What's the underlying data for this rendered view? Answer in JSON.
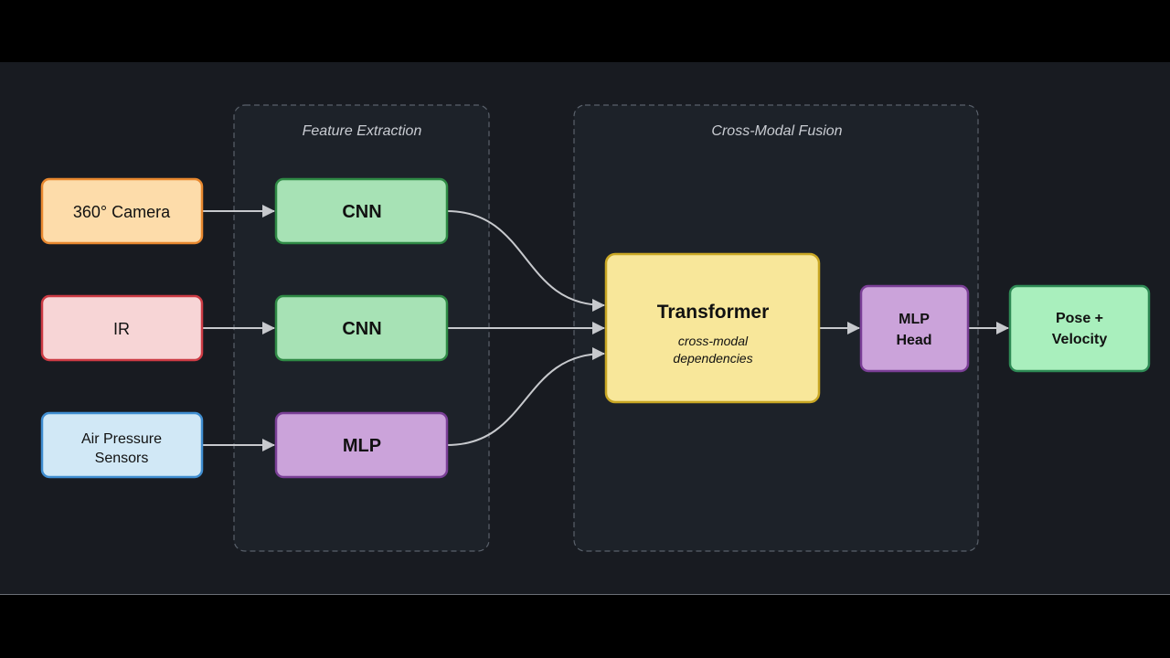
{
  "groups": {
    "feature": {
      "title": "Feature Extraction"
    },
    "fusion": {
      "title": "Cross-Modal Fusion"
    }
  },
  "nodes": {
    "camera": {
      "label": "360° Camera"
    },
    "ir": {
      "label": "IR"
    },
    "air_line1": {
      "label": "Air Pressure"
    },
    "air_line2": {
      "label": "Sensors"
    },
    "cnn1": {
      "label": "CNN"
    },
    "cnn2": {
      "label": "CNN"
    },
    "mlp": {
      "label": "MLP"
    },
    "transformer": {
      "label": "Transformer"
    },
    "transformer_sub1": {
      "label": "cross-modal"
    },
    "transformer_sub2": {
      "label": "dependencies"
    },
    "head_line1": {
      "label": "MLP"
    },
    "head_line2": {
      "label": "Head"
    },
    "output_line1": {
      "label": "Pose +"
    },
    "output_line2": {
      "label": "Velocity"
    }
  },
  "colors": {
    "background": "#181b21",
    "camera_fill": "#fddcaa",
    "camera_border": "#e8882f",
    "ir_fill": "#f7d5d6",
    "ir_border": "#cc3b44",
    "air_fill": "#d1e8f6",
    "air_border": "#3f8dd0",
    "cnn_fill": "#a7e2b5",
    "cnn_border": "#2f8a45",
    "mlp_fill": "#cba3da",
    "mlp_border": "#7a3f96",
    "transformer_fill": "#f8e79a",
    "transformer_border": "#c9a724",
    "output_fill": "#a9efbd",
    "output_border": "#2e8a55"
  }
}
